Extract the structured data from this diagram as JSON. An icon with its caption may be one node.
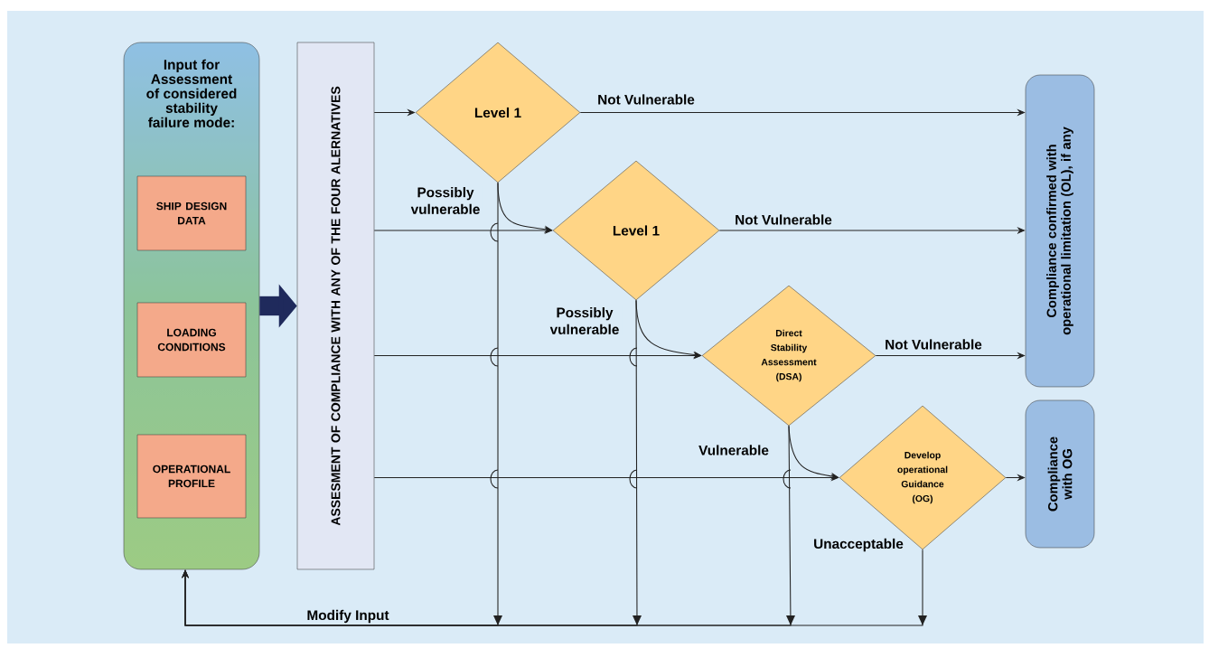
{
  "diagram": {
    "nodes": [
      {
        "text": [
          "Input for Assessment of considered stability failure mode:"
        ]
      },
      {
        "text": [
          "SHIP DESIGN DATA"
        ],
        "in": 0
      },
      {
        "text": [
          "LOADING CONDITIONS"
        ],
        "in": 0
      },
      {
        "text": [
          "OPERATIONAL PROFILE"
        ],
        "in": 0
      },
      {
        "text": [
          "ASSESMENT OF COMPLIANCE WITH ANY OF THE FOUR ALERNATIVES"
        ]
      },
      {
        "text": [
          "Level 1"
        ]
      },
      {
        "text": [
          "Level 1"
        ]
      },
      {
        "text": [
          "Direct Stability Assessment (DSA)"
        ]
      },
      {
        "text": [
          "Develop operational Guidance (OG)"
        ]
      },
      {
        "text": [
          "Compliance confirmed with operational limitation (OL), if any"
        ]
      },
      {
        "text": [
          "Compliance with OG"
        ]
      }
    ],
    "edges": [
      {
        "from": 0,
        "to": 4,
        "arrow": "to",
        "style": "thick",
        "color": "#1f2a5c"
      },
      {
        "from": 4,
        "to": 5,
        "arrow": "to"
      },
      {
        "from": 4,
        "to": 6,
        "arrow": "to"
      },
      {
        "from": 4,
        "to": 7,
        "arrow": "to"
      },
      {
        "from": 4,
        "to": 8,
        "arrow": "to"
      },
      {
        "from": 5,
        "to": 9,
        "arrow": "to",
        "label": "Not Vulnerable"
      },
      {
        "from": 6,
        "to": 9,
        "arrow": "to",
        "label": "Not Vulnerable"
      },
      {
        "from": 7,
        "to": 9,
        "arrow": "to",
        "label": "Not Vulnerable"
      },
      {
        "from": 8,
        "to": 10,
        "arrow": "to"
      },
      {
        "from": 5,
        "to": 6,
        "arrow": "to",
        "label": "Possibly vulnerable"
      },
      {
        "from": 6,
        "to": 7,
        "arrow": "to",
        "label": "Possibly vulnerable"
      },
      {
        "from": 7,
        "to": 8,
        "arrow": "to",
        "label": "Vulnerable"
      },
      {
        "from": 5,
        "to": 0,
        "arrow": "to"
      },
      {
        "from": 6,
        "to": 0,
        "arrow": "to"
      },
      {
        "from": 7,
        "to": 0,
        "arrow": "to"
      },
      {
        "from": 8,
        "to": 0,
        "arrow": "to",
        "label": "Unacceptable"
      }
    ],
    "labels": [
      "Modify Input"
    ]
  }
}
